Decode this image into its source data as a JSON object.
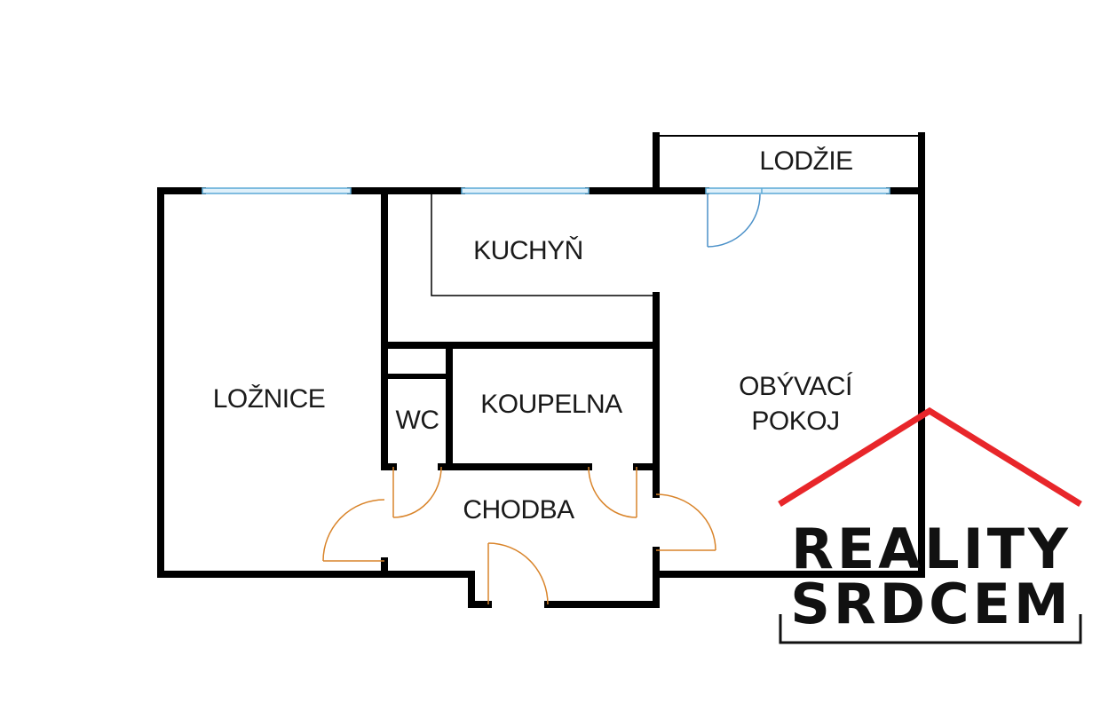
{
  "rooms": {
    "lodzie": "LODŽIE",
    "kuchyn": "KUCHYŇ",
    "loznice": "LOŽNICE",
    "wc": "WC",
    "koupelna": "KOUPELNA",
    "obyvaci_line1": "OBÝVACÍ",
    "obyvaci_line2": "POKOJ",
    "chodba": "CHODBA"
  },
  "logo": {
    "line1": "REALITY",
    "line2": "SRDCEM"
  },
  "colors": {
    "wall": "#000000",
    "window": "#5aa9d6",
    "door_balcony": "#4a90c8",
    "door_interior": "#d9842a",
    "logo_roof": "#e8262a",
    "logo_text": "#111111"
  }
}
